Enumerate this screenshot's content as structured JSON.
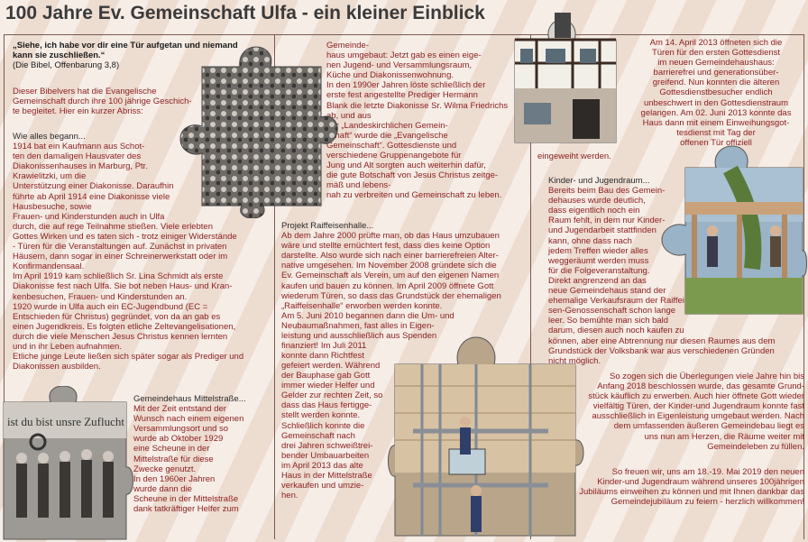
{
  "title": "100 Jahre Ev. Gemeinschaft Ulfa - ein kleiner Einblick",
  "col1": {
    "quote": "„Siehe, ich habe vor dir eine Tür aufgetan und niemand kann sie zuschließen.“",
    "quote_source": "(Die Bibel, Offenbarung 3,8)",
    "intro": [
      "Dieser Bibelvers hat die Evangelische",
      "Gemeinschaft durch ihre 100 jährige Geschich-",
      "te begleitet. Hier ein kurzer Abriss:"
    ],
    "section_heading": "Wie alles begann...",
    "history": [
      "1914 bat ein Kaufmann aus Schot-",
      "ten den damaligen Hausvater des",
      "Diakonissenhauses in Marburg, Ptr.",
      "Krawielitzki, um die",
      "Unterstützung einer Diakonisse. Daraufhin",
      "führte ab April 1914 eine Diakonisse viele",
      "Hausbesuche, sowie",
      "Frauen- und Kinderstunden auch in Ulfa",
      "durch, die auf rege Teilnahme stießen. Viele erlebten",
      "Gottes Wirken und es taten sich - trotz einiger Widerstände",
      "- Türen für die Veranstaltungen auf. Zunächst in privaten",
      "Häusern, dann sogar in einer Schreinerwerkstatt oder im",
      "Konfirmandensaal.",
      "Im April 1919 kam schließlich Sr. Lina Schmidt als erste",
      "Diakonisse fest nach Ulfa. Sie bot neben Haus- und Kran-",
      "kenbesuchen, Frauen- und Kinderstunden an.",
      "1920 wurde in Ulfa auch ein EC-Jugendbund (EC =",
      "Entschieden für Christus) gegründet, von da an gab es",
      "einen Jugendkreis. Es folgten etliche Zeltevangelisationen,",
      "durch die viele Menschen Jesus Christus kennen lernten",
      "und in ihr Leben aufnahmen.",
      "Etliche junge Leute ließen sich später sogar als Prediger und",
      "Diakonissen ausbilden.",
      ""
    ],
    "mittel_heading": "Gemeindehaus Mittelstraße...",
    "mittel": [
      "Mit der Zeit entstand der",
      "Wunsch nach einem eigenen",
      "Versammlungsort und so",
      "wurde ab Oktober 1929",
      "eine Scheune in der",
      "Mittelstraße für diese",
      "Zwecke genutzt.",
      "In den 1960er Jahren",
      "wurde dann die",
      "Scheune in der Mittelstraße",
      "dank tatkräftiger Helfer zum",
      ""
    ]
  },
  "col2": {
    "top": [
      "Gemeinde-",
      "haus umgebaut: Jetzt gab es einen eige-",
      "nen Jugend- und Versammlungsraum,",
      "Küche und Diakonissenwohnung.",
      "In den 1990er Jahren löste schließlich der",
      "erste fest angestellte Prediger Hermann",
      "Blank die letzte Diakonisse Sr. Wilma Friedrichs",
      "ab, und aus",
      "der „Landeskirchlichen Gemein-",
      "schaft“ wurde die „Evangelische",
      "Gemeinschaft“. Gottesdienste und",
      "verschiedene Gruppenangebote für",
      "Jung und Alt sorgten auch weiterhin dafür,",
      "die gute Botschaft von Jesus Christus zeitge-",
      "mäß und lebens-",
      "nah zu verbreiten und Gemeinschaft zu leben."
    ],
    "raiff_heading": "Projekt Raiffeisenhalle...",
    "raiff": [
      "Ab dem Jahre 2000 prüfte man, ob das Haus umzubauen",
      "wäre und stellte ernüchtert fest, dass dies keine Option",
      "darstellte. Also wurde sich nach einer barrierefreien Alter-",
      "native umgesehen. Im November 2008 gründete sich die",
      "Ev. Gemeinschaft als Verein, um auf den eigenen Namen",
      "kaufen und bauen zu können. Im April 2009 öffnete Gott",
      "wiederum Türen, so dass das Grundstück der ehemaligen",
      "„Raiffeisenhalle“ erworben werden konnte.",
      "Am 5. Juni 2010 begannen dann die Um- und",
      "Neubaumaßnahmen, fast alles in Eigen-",
      "leistung und ausschließlich aus Spenden",
      "finanziert! Im Juli 2011",
      "konnte dann Richtfest"
    ],
    "umbau": [
      "gefeiert werden. Während",
      "der Bauphase gab Gott",
      "immer wieder Helfer und",
      "Gelder zur rechten Zeit, so",
      "dass das Haus fertigge-",
      "stellt werden konnte.",
      "Schließlich konnte die",
      "Gemeinschaft nach",
      "drei Jahren schweißtrei-",
      "bender Umbauarbeiten",
      "im April 2013 das alte",
      "Haus in der Mittelstraße",
      "verkaufen und umzie-",
      "hen.",
      "",
      ""
    ]
  },
  "col3": {
    "top": [
      "Am 14. April 2013 öffneten sich die",
      "Türen für den ersten Gottesdienst",
      "im neuen Gemeindehaushaus:",
      "barrierefrei und generationsüber-",
      "greifend. Nun konnten die älteren",
      "Gottesdienstbesucher endlich",
      "unbeschwert in den Gottesdienstraum",
      "gelangen. Am 02. Juni 2013 konnte das",
      "Haus dann mit einem Einweihungsgot-",
      "tesdienst mit Tag der",
      "offenen Tür offiziell"
    ],
    "eingeweiht": "eingeweiht werden.",
    "jugend_heading": "Kinder- und Jugendraum...",
    "jugend": [
      "Bereits beim Bau des Gemein-",
      "dehauses wurde deutlich,",
      "dass eigentlich noch ein",
      "Raum fehlt, in dem nur Kinder-",
      "und Jugendarbeit stattfinden",
      "kann, ohne dass nach",
      "jedem Treffen wieder alles",
      "weggeräumt werden muss",
      "für die Folgeveranstaltung.",
      "Direkt angrenzend an das",
      "neue Gemeindehaus stand der",
      "ehemalige Verkaufsraum der Raiffei-",
      "sen-Genossenschaft schon lange",
      "leer. So bemühte man sich bald",
      "darum, diesen auch noch kaufen zu",
      "können, aber eine Abtrennung nur diesen Raumes aus dem",
      "Grundstück der Volksbank war aus verschiedenen Gründen",
      "nicht möglich."
    ],
    "end": [
      "So zogen sich die Überlegungen viele Jahre hin bis",
      "Anfang 2018 beschlossen wurde, das gesamte Grund-",
      "stück käuflich zu erwerben. Auch hier öffnete Gott wieder",
      "vielfältig Türen, der Kinder-und Jugendraum konnte fast",
      "ausschließlich in Eigenleistung umgebaut werden. Nach",
      "dem umfassenden äußeren Gemeindebau liegt es",
      "uns nun am Herzen, die Räume weiter mit",
      "Gemeindeleben zu füllen."
    ],
    "invite": [
      "So freuen wir, uns am 18.-19. Mai 2019 den neuen",
      "Kinder-und Jugendraum während unseres 100jährigen",
      "Jubiläums einweihen zu können und mit Ihnen dankbar das",
      "Gemeindejubiläum zu feiern - herzlich willkommen!"
    ]
  }
}
